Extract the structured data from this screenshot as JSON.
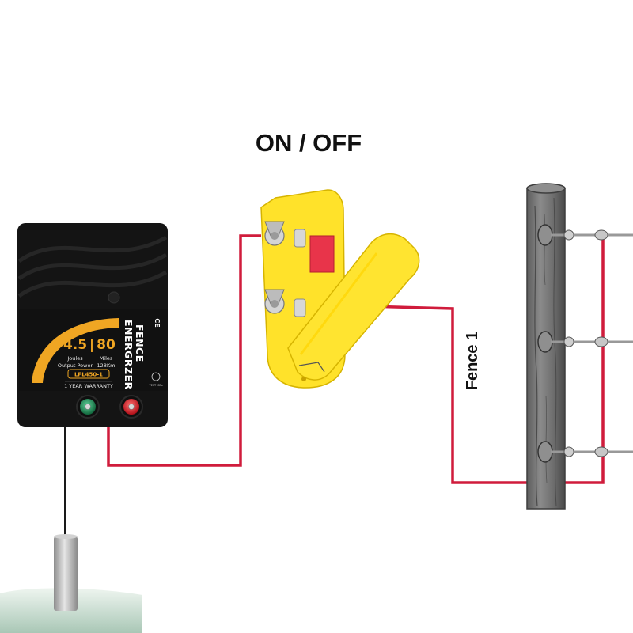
{
  "title": "ON / OFF",
  "fence_label": "Fence 1",
  "energizer": {
    "side_label_1": "FENCE",
    "side_label_2": "ENERGRZER",
    "joules_value": "4.5",
    "joules_caption": "Joules",
    "joules_sub": "Output Power",
    "miles_value": "80",
    "miles_caption": "Miles",
    "miles_sub": "128Km",
    "model": "LFL450-1",
    "warranty": "1 YEAR WARRANTY",
    "certification": "CE",
    "badge": "TEST MBs",
    "divider": "|"
  },
  "colors": {
    "wire": "#d01c3c",
    "switch_body": "#ffe22a",
    "switch_indicator": "#e8344a",
    "energizer_body": "#141414",
    "accent": "#f0a623",
    "post": "#6e6e6e",
    "terminal_positive": "#d8202a",
    "terminal_ground": "#1f8a54"
  }
}
